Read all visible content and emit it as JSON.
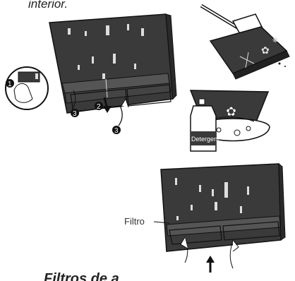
{
  "texts": {
    "top_caption": "interior.",
    "filter_label": "Filtro",
    "detergent_label": "Detergent",
    "bottom_caption": "Filtros de a"
  },
  "step_markers": [
    "1",
    "2",
    "3",
    "3"
  ],
  "illustration": {
    "panel_color": "#3a3a3a",
    "grille_color": "#5a5a5a",
    "ink_color": "#111111"
  }
}
